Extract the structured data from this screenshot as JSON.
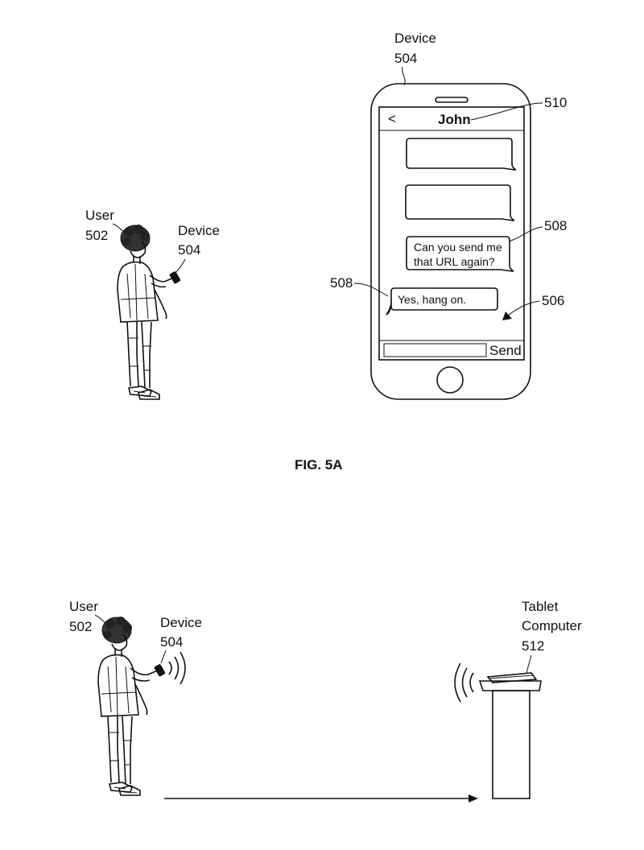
{
  "fig5a": {
    "device_label": "Device",
    "device_ref": "504",
    "user_label": "User",
    "user_ref": "502",
    "person_device_label": "Device",
    "person_device_ref": "504",
    "header": {
      "back": "<",
      "contact": "John"
    },
    "messages": [
      {
        "side": "right",
        "text": ""
      },
      {
        "side": "right",
        "text": ""
      },
      {
        "side": "right",
        "line1": "Can you send me",
        "line2": "that URL again?"
      },
      {
        "side": "left",
        "text": "Yes, hang on."
      }
    ],
    "send_label": "Send",
    "refs": {
      "header": "510",
      "bubble_right": "508",
      "bubble_left": "508",
      "thread": "506"
    },
    "caption": "FIG. 5A"
  },
  "fig5b": {
    "user_label": "User",
    "user_ref": "502",
    "device_label": "Device",
    "device_ref": "504",
    "tablet_label_1": "Tablet",
    "tablet_label_2": "Computer",
    "tablet_ref": "512"
  }
}
